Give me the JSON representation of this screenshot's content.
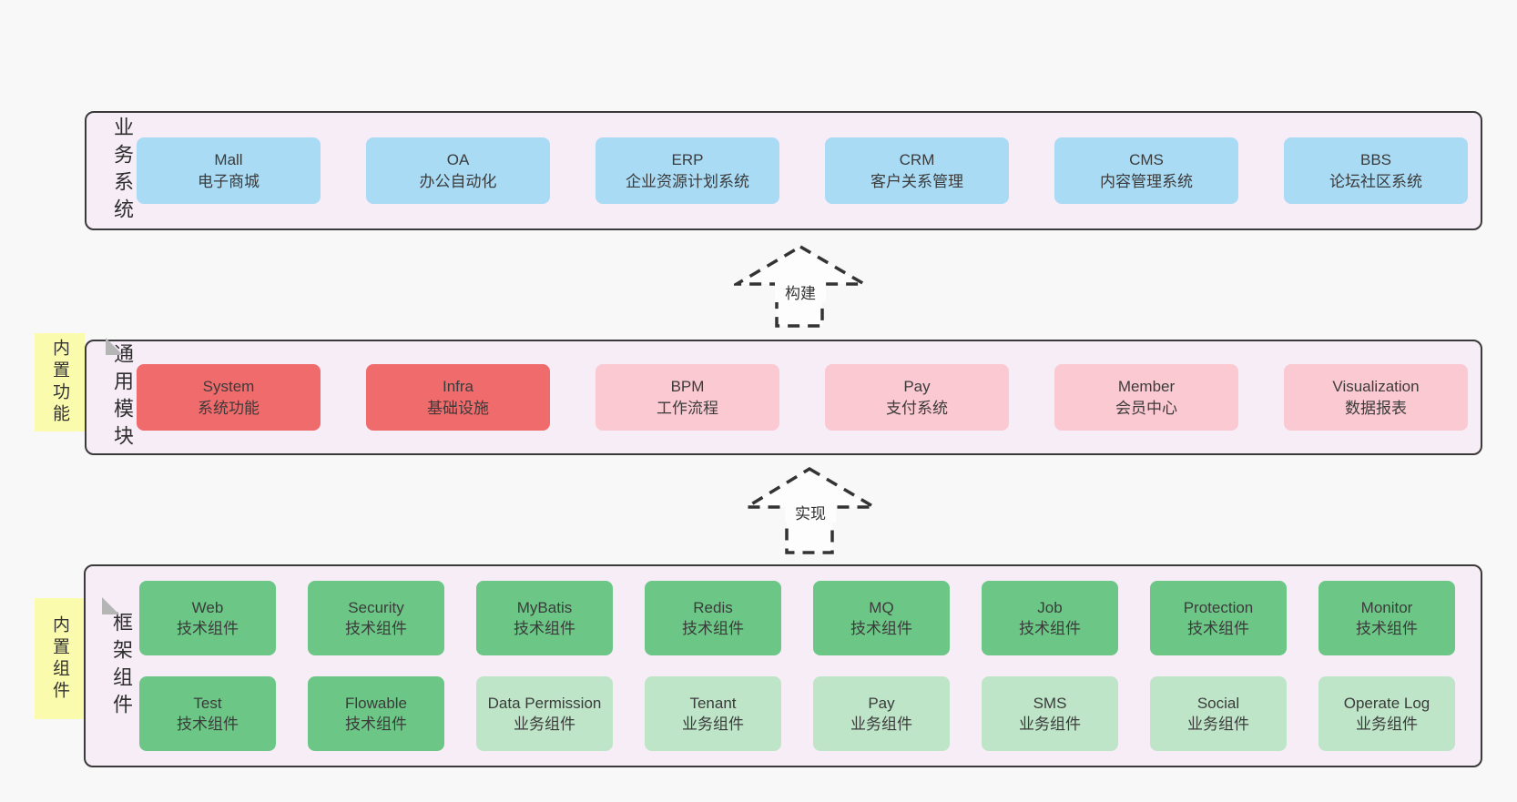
{
  "colors": {
    "page_background": "#f8f8f8",
    "layer_background": "#f7edf6",
    "layer_border": "#3a3a3a",
    "blue_box": "#a9dbf5",
    "red_box": "#f06b6c",
    "pink_box": "#fbc9d1",
    "green_box": "#6cc786",
    "light_green_box": "#bee5c8",
    "sticky_note": "#fbfbad",
    "sticky_fold": "#b5b5b5",
    "text": "#3b3b3b"
  },
  "layers": [
    {
      "label": "业务系统",
      "boxes": [
        {
          "name": "Mall",
          "subtitle": "电子商城",
          "variant": "blue"
        },
        {
          "name": "OA",
          "subtitle": "办公自动化",
          "variant": "blue"
        },
        {
          "name": "ERP",
          "subtitle": "企业资源计划系统",
          "variant": "blue"
        },
        {
          "name": "CRM",
          "subtitle": "客户关系管理",
          "variant": "blue"
        },
        {
          "name": "CMS",
          "subtitle": "内容管理系统",
          "variant": "blue"
        },
        {
          "name": "BBS",
          "subtitle": "论坛社区系统",
          "variant": "blue"
        }
      ]
    },
    {
      "label": "通用模块",
      "sticky_note": "内置功能",
      "boxes": [
        {
          "name": "System",
          "subtitle": "系统功能",
          "variant": "red"
        },
        {
          "name": "Infra",
          "subtitle": "基础设施",
          "variant": "red"
        },
        {
          "name": "BPM",
          "subtitle": "工作流程",
          "variant": "pink"
        },
        {
          "name": "Pay",
          "subtitle": "支付系统",
          "variant": "pink"
        },
        {
          "name": "Member",
          "subtitle": "会员中心",
          "variant": "pink"
        },
        {
          "name": "Visualization",
          "subtitle": "数据报表",
          "variant": "pink"
        }
      ]
    },
    {
      "label": "框架组件",
      "sticky_note": "内置组件",
      "rows": [
        [
          {
            "name": "Web",
            "subtitle": "技术组件",
            "variant": "green"
          },
          {
            "name": "Security",
            "subtitle": "技术组件",
            "variant": "green"
          },
          {
            "name": "MyBatis",
            "subtitle": "技术组件",
            "variant": "green"
          },
          {
            "name": "Redis",
            "subtitle": "技术组件",
            "variant": "green"
          },
          {
            "name": "MQ",
            "subtitle": "技术组件",
            "variant": "green"
          },
          {
            "name": "Job",
            "subtitle": "技术组件",
            "variant": "green"
          },
          {
            "name": "Protection",
            "subtitle": "技术组件",
            "variant": "green"
          },
          {
            "name": "Monitor",
            "subtitle": "技术组件",
            "variant": "green"
          }
        ],
        [
          {
            "name": "Test",
            "subtitle": "技术组件",
            "variant": "green"
          },
          {
            "name": "Flowable",
            "subtitle": "技术组件",
            "variant": "green"
          },
          {
            "name": "Data Permission",
            "subtitle": "业务组件",
            "variant": "lightgreen"
          },
          {
            "name": "Tenant",
            "subtitle": "业务组件",
            "variant": "lightgreen"
          },
          {
            "name": "Pay",
            "subtitle": "业务组件",
            "variant": "lightgreen"
          },
          {
            "name": "SMS",
            "subtitle": "业务组件",
            "variant": "lightgreen"
          },
          {
            "name": "Social",
            "subtitle": "业务组件",
            "variant": "lightgreen"
          },
          {
            "name": "Operate Log",
            "subtitle": "业务组件",
            "variant": "lightgreen"
          }
        ]
      ]
    }
  ],
  "arrows": [
    {
      "label": "构建"
    },
    {
      "label": "实现"
    }
  ]
}
